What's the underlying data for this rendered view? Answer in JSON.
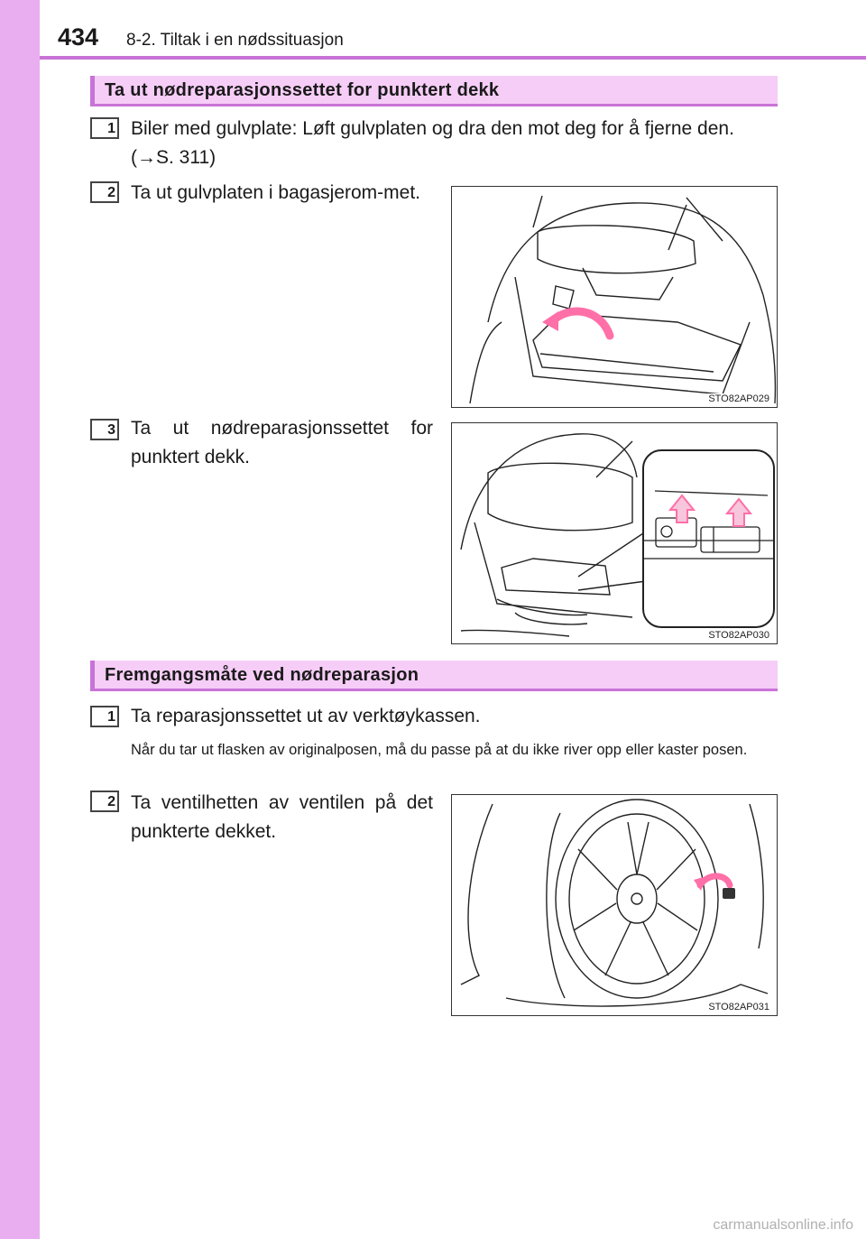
{
  "header": {
    "page_number": "434",
    "breadcrumb": "8-2. Tiltak i en nødssituasjon"
  },
  "section1": {
    "title": "Ta ut nødreparasjonssettet for punktert dekk",
    "steps": [
      {
        "num": "1",
        "text": "Biler med gulvplate: Løft gulvplaten og dra den mot deg for å fjerne den. (→S. 311)"
      },
      {
        "num": "2",
        "text": "Ta ut gulvplaten i bagasjerom-met.",
        "figure_code": "STO82AP029"
      },
      {
        "num": "3",
        "text": "Ta ut nødreparasjonssettet for punktert dekk.",
        "figure_code": "STO82AP030"
      }
    ]
  },
  "section2": {
    "title": "Fremgangsmåte ved nødreparasjon",
    "steps": [
      {
        "num": "1",
        "text": "Ta reparasjonssettet ut av verktøykassen.",
        "note": "Når du tar ut flasken av originalposen, må du passe på at du ikke river opp eller kaster posen."
      },
      {
        "num": "2",
        "text": "Ta ventilhetten av ventilen på det punkterte dekket.",
        "figure_code": "STO82AP031"
      }
    ]
  },
  "watermark": "carmanualsonline.info",
  "colors": {
    "accent": "#c873d6",
    "section_bg": "#f6cdf7",
    "strip": "#e9aef0",
    "arrow": "#ff6fa8",
    "arrow_light": "#f7c6dc"
  }
}
